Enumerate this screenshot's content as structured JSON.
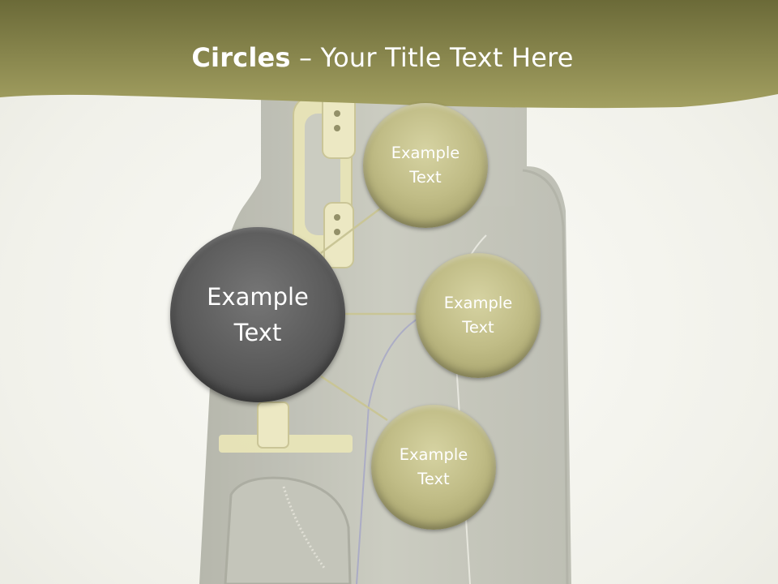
{
  "slide": {
    "title_bold": "Circles",
    "title_rest": " – Your Title Text Here"
  },
  "diagram": {
    "center_label": "Example Text",
    "nodes": [
      {
        "label": "Example Text"
      },
      {
        "label": "Example Text"
      },
      {
        "label": "Example Text"
      }
    ]
  },
  "colors": {
    "header": "#8c8a4c",
    "center_circle": "#5e5e5e",
    "small_circle": "#c2be88",
    "connector": "#c9c596"
  }
}
